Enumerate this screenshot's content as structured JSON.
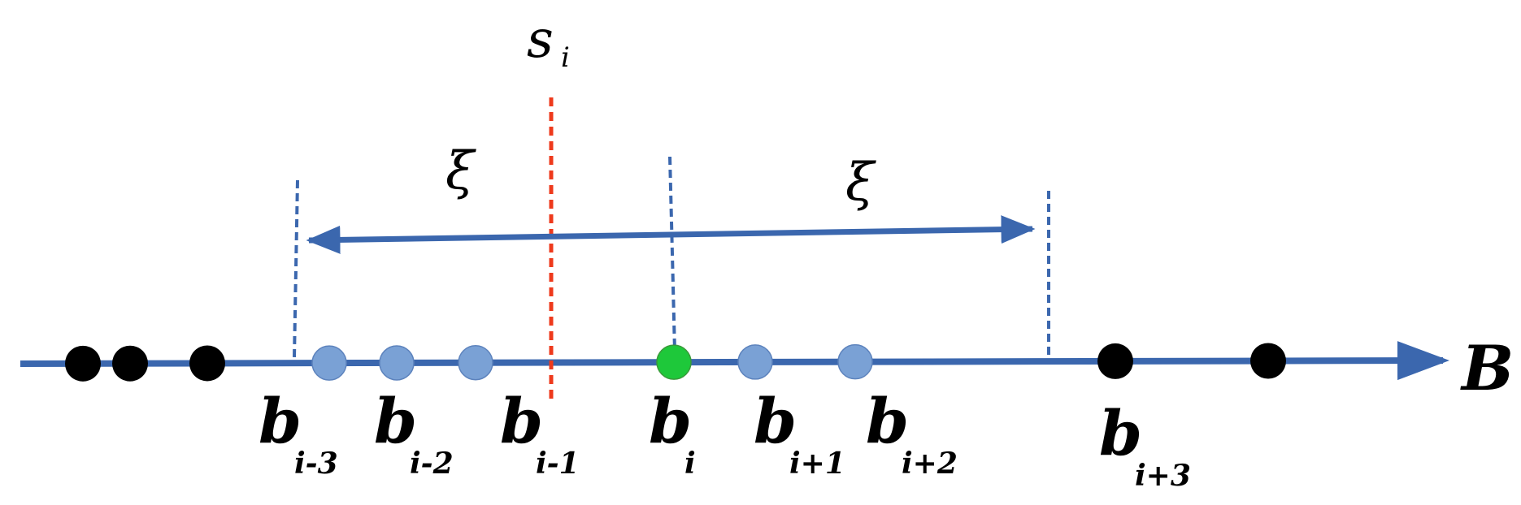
{
  "colors": {
    "axis": "#3b67ae",
    "threshold": "#ee3a1c",
    "point_black": "#000000",
    "point_neighbor": "#7aa1d5",
    "point_center": "#1ec83a",
    "text": "#000000"
  },
  "labels": {
    "s_main": "s",
    "s_sub": "i",
    "axis_name": "B",
    "xi_left": "ξ",
    "xi_right": "ξ"
  },
  "points": [
    {
      "kind": "black"
    },
    {
      "kind": "black"
    },
    {
      "kind": "black"
    },
    {
      "kind": "neighbor"
    },
    {
      "kind": "neighbor"
    },
    {
      "kind": "neighbor"
    },
    {
      "kind": "center"
    },
    {
      "kind": "neighbor"
    },
    {
      "kind": "neighbor"
    },
    {
      "kind": "black"
    },
    {
      "kind": "black"
    }
  ],
  "b_labels": [
    {
      "main": "b",
      "sub": "i-3"
    },
    {
      "main": "b",
      "sub": "i-2"
    },
    {
      "main": "b",
      "sub": "i-1"
    },
    {
      "main": "b",
      "sub": "i"
    },
    {
      "main": "b",
      "sub": "i+1"
    },
    {
      "main": "b",
      "sub": "i+2"
    },
    {
      "main": "b",
      "sub": "i+3"
    }
  ]
}
